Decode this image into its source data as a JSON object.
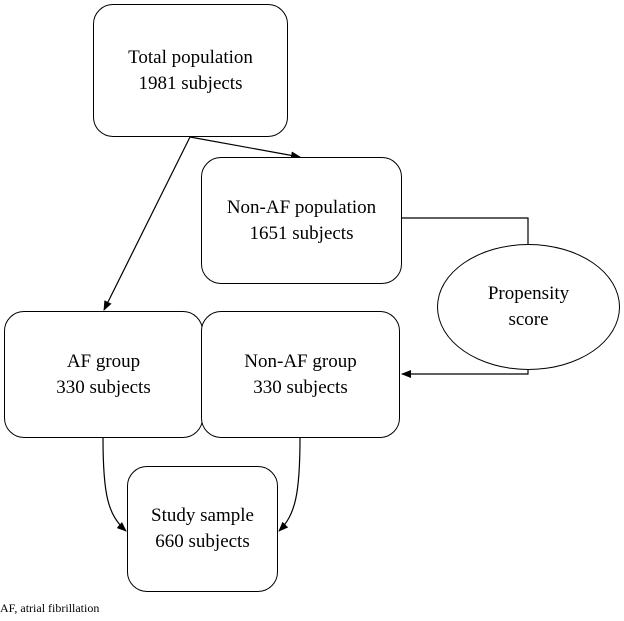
{
  "nodes": {
    "total": {
      "line1": "Total population",
      "line2": "1981 subjects"
    },
    "nonaf_pop": {
      "line1": "Non-AF population",
      "line2": "1651 subjects"
    },
    "propensity": {
      "line1": "Propensity",
      "line2": "score"
    },
    "af_group": {
      "line1": "AF group",
      "line2": "330 subjects"
    },
    "nonaf_group": {
      "line1": "Non-AF group",
      "line2": "330 subjects"
    },
    "study": {
      "line1": "Study sample",
      "line2": "660 subjects"
    }
  },
  "edges": [
    {
      "from": "total",
      "to": "nonaf_pop"
    },
    {
      "from": "total",
      "to": "af_group"
    },
    {
      "from": "nonaf_pop",
      "to": "propensity"
    },
    {
      "from": "propensity",
      "to": "nonaf_group"
    },
    {
      "from": "af_group",
      "to": "study"
    },
    {
      "from": "nonaf_group",
      "to": "study"
    }
  ],
  "footnote": "AF, atrial fibrillation"
}
